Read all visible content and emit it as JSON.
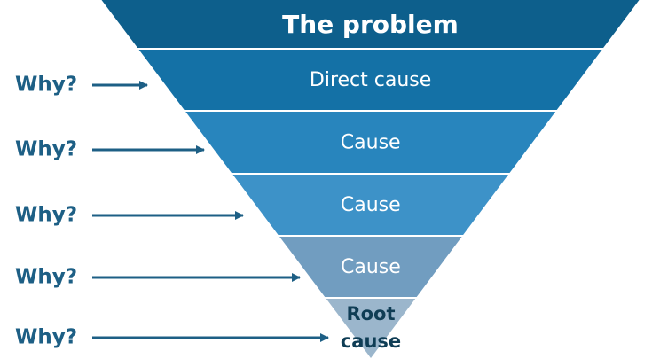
{
  "bands": [
    {
      "label_lines": [
        "The problem"
      ],
      "color": "#0d5f8c",
      "style": "title"
    },
    {
      "label_lines": [
        "Direct cause"
      ],
      "color": "#1471a6",
      "style": "normal"
    },
    {
      "label_lines": [
        "Cause"
      ],
      "color": "#2885bd",
      "style": "normal"
    },
    {
      "label_lines": [
        "Cause"
      ],
      "color": "#3d92c8",
      "style": "normal"
    },
    {
      "label_lines": [
        "Cause"
      ],
      "color": "#719dc0",
      "style": "normal"
    },
    {
      "label_lines": [
        "Root",
        "cause"
      ],
      "color": "#9bb6cc",
      "style": "dark"
    }
  ],
  "why_labels": [
    "Why?",
    "Why?",
    "Why?",
    "Why?",
    "Why?"
  ],
  "colors": {
    "why_text": "#1d5f85",
    "arrow": "#1d5f85",
    "divider": "#ffffff",
    "root_text": "#0f3d55"
  }
}
